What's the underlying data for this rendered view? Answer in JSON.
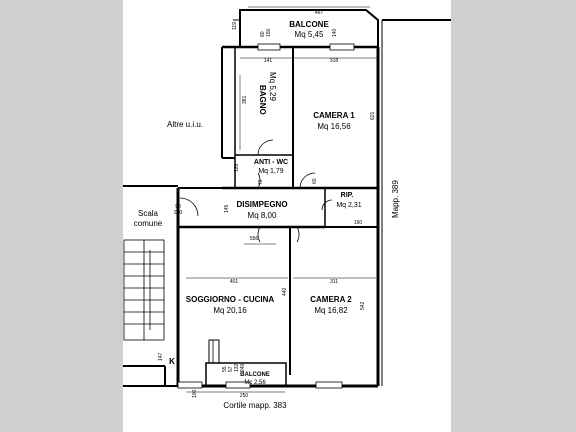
{
  "rooms": {
    "balcone_top": {
      "name": "BALCONE",
      "area": "Mq 5,45"
    },
    "bagno": {
      "name": "BAGNO",
      "area": "Mq 5,29"
    },
    "camera1": {
      "name": "CAMERA 1",
      "area": "Mq 16,56"
    },
    "antiwc": {
      "name": "ANTI - WC",
      "area": "Mq 1,79"
    },
    "rip": {
      "name": "RIP.",
      "area": "Mq 2,31"
    },
    "disimpegno": {
      "name": "DISIMPEGNO",
      "area": "Mq 8,00"
    },
    "soggiorno": {
      "name": "SOGGIORNO - CUCINA",
      "area": "Mq 20,16"
    },
    "camera2": {
      "name": "CAMERA 2",
      "area": "Mq 16,82"
    },
    "balcone_bottom": {
      "name": "BALCONE",
      "area": "Mc 2,56"
    },
    "kitchen_mark": "K"
  },
  "labels": {
    "altre": "Altre u.i.u.",
    "scala_1": "Scala",
    "scala_2": "comune",
    "mapp": "Mapp. 389",
    "cortile": "Cortile mapp. 383"
  },
  "dims": {
    "d467": "467",
    "d119": "119",
    "d141": "141",
    "d318": "318",
    "d381": "381",
    "d621": "621",
    "d120": "120",
    "d145": "145",
    "d556": "556",
    "d160": "160",
    "d401": "401",
    "d311": "311",
    "d440": "440",
    "d542": "542",
    "d147": "147",
    "d250": "250",
    "d90": "90",
    "d210": "210",
    "d80": "80",
    "d150": "150",
    "d140": "140",
    "d70": "70",
    "d60": "60",
    "d55": "55",
    "d57": "57",
    "d132": "132",
    "d240": "240",
    "d100": "100"
  }
}
